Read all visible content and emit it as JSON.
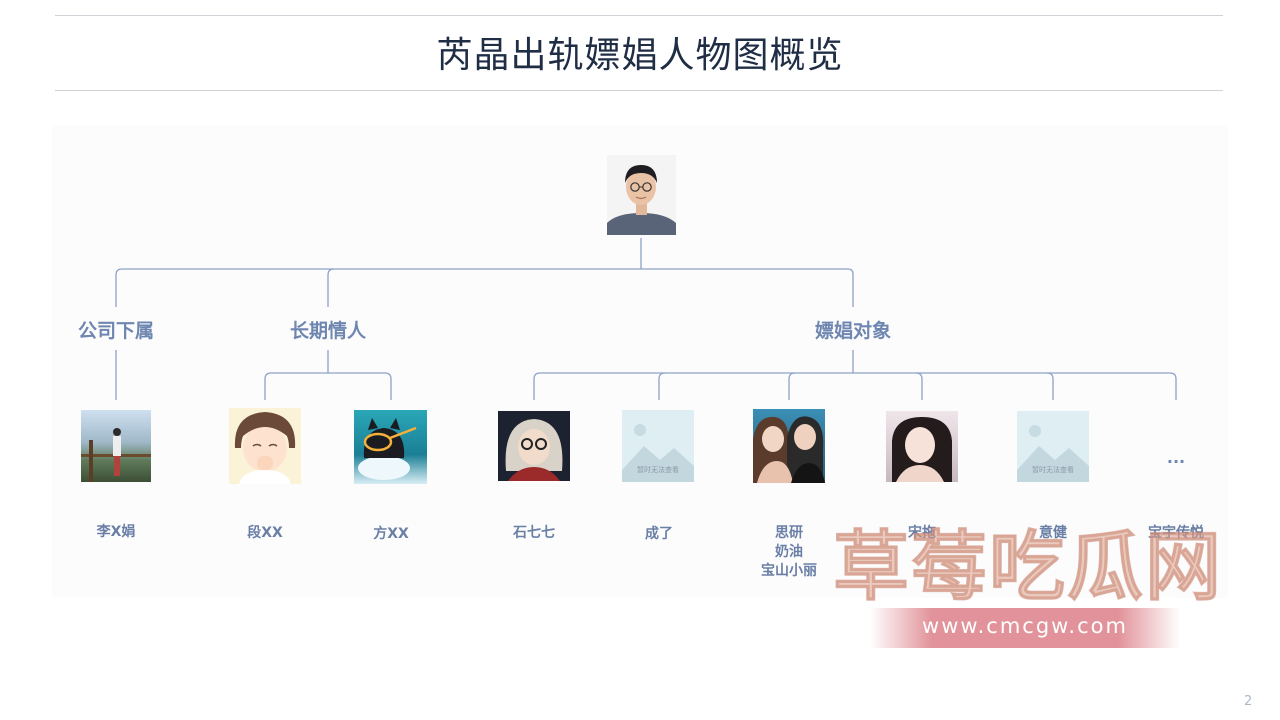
{
  "title": "芮晶出轨嫖娼人物图概览",
  "categories": {
    "subordinate": "公司下属",
    "lovers": "长期情人",
    "prostitution": "嫖娼对象"
  },
  "people": {
    "sub_1": "李X娟",
    "lover_1": "段XX",
    "lover_2": "方XX",
    "p_1": "石七七",
    "p_2": "成了",
    "p_3": [
      "思研",
      "奶油",
      "宝山小丽"
    ],
    "p_4": "宋拖",
    "p_5": "意健",
    "p_6": "宝宇传悦"
  },
  "more": "...",
  "placeholder_caption": "暂时无法查看",
  "watermark": {
    "text": "草莓吃瓜网",
    "url": "www.cmcgw.com"
  },
  "page_number": "2",
  "colors": {
    "title": "#1f2d45",
    "category": "#6e86b0",
    "line": "#8ea3c6",
    "name": "#6a7fa6"
  }
}
